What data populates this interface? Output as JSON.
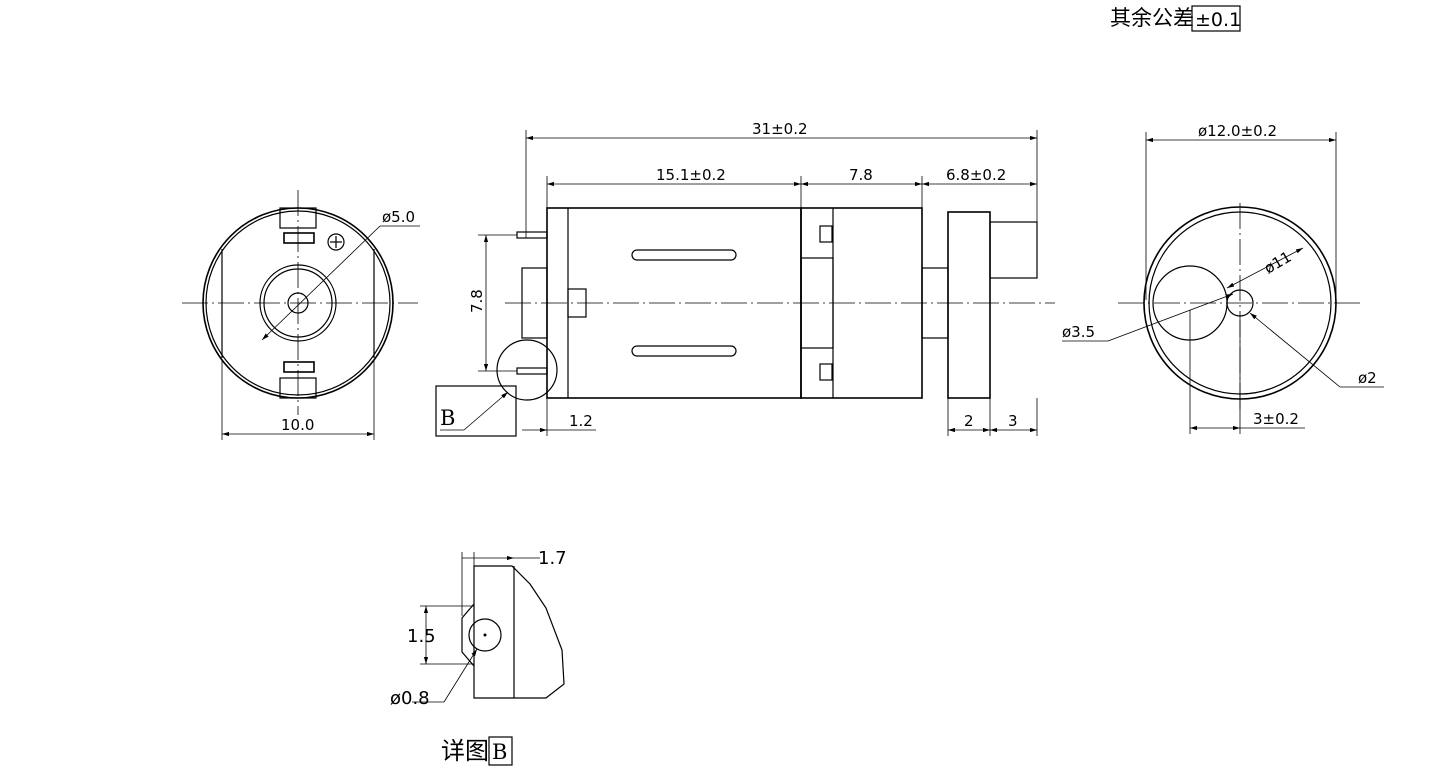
{
  "tolerance_note": {
    "label": "其余公差",
    "value": "±0.1"
  },
  "front_view": {
    "dia_small": "ø5.0",
    "width": "10.0"
  },
  "side_view": {
    "overall_length": "31±0.2",
    "body_length": "15.1±0.2",
    "cap_length": "7.8",
    "weight_length": "6.8±0.2",
    "terminal_spacing": "7.8",
    "terminal_offset": "1.2",
    "weight_gap": "2",
    "weight_thickness": "3",
    "detail_callout": "B"
  },
  "end_view": {
    "outer_dia": "ø12.0±0.2",
    "weight_dia": "ø11",
    "shaft_hole_dia": "ø3.5",
    "shaft_dia": "ø2",
    "eccentric_offset": "3±0.2"
  },
  "detail_b": {
    "width": "1.7",
    "height": "1.5",
    "hole_dia": "ø0.8",
    "caption": "详图",
    "caption_ref": "B"
  }
}
